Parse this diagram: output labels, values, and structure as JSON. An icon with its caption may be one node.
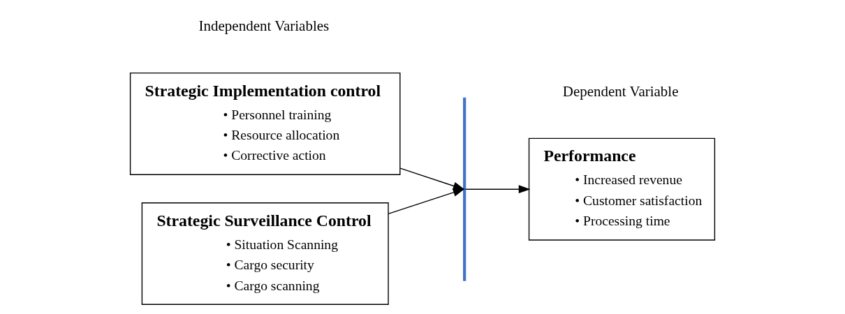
{
  "diagram": {
    "nodes": [
      {
        "text": [
          "Strategic Implementation control",
          "• Personnel training",
          "• Resource allocation",
          "• Corrective action"
        ]
      },
      {
        "text": [
          "Strategic Surveillance Control",
          "• Situation Scanning",
          "• Cargo security",
          "• Cargo scanning"
        ]
      },
      {
        "text": [],
        "shape": "bar"
      },
      {
        "text": [
          "Performance",
          "• Increased revenue",
          "• Customer satisfaction",
          "• Processing time"
        ]
      }
    ],
    "edges": [
      {
        "from": 0,
        "to": 2,
        "arrow": "to"
      },
      {
        "from": 1,
        "to": 2,
        "arrow": "to"
      },
      {
        "from": 2,
        "to": 3,
        "arrow": "to"
      }
    ],
    "labels": [
      "Independent Variables",
      "Dependent Variable"
    ]
  }
}
